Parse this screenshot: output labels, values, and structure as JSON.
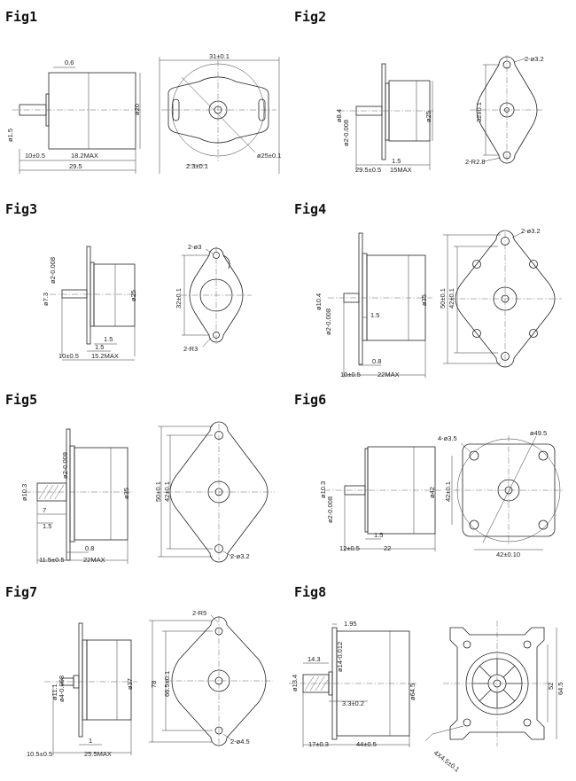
{
  "figures": [
    {
      "title": "Fig1",
      "side": [
        "0.6",
        "ø20",
        "10±0.5",
        "18.2MAX",
        "29.5",
        "ø1.5"
      ],
      "front": [
        "31±0.1",
        "ø25±0.1",
        "2.3±0.1"
      ]
    },
    {
      "title": "Fig2",
      "side": [
        "ø8.4",
        "ø2-0.008",
        "ø25",
        "1.5",
        "29.5±0.5",
        "15MAX"
      ],
      "front": [
        "2-ø3.2",
        "32±0.1",
        "2-R2.8"
      ]
    },
    {
      "title": "Fig3",
      "side": [
        "ø7.3",
        "ø2-0.008",
        "ø25",
        "1.5",
        "1.5",
        "10±0.5",
        "15.2MAX"
      ],
      "front": [
        "2-ø3",
        "32±0.1",
        "2-R3"
      ]
    },
    {
      "title": "Fig4",
      "side": [
        "ø10.4",
        "ø2-0.008",
        "ø35",
        "1.5",
        "0.8",
        "10±0.5",
        "22MAX"
      ],
      "front": [
        "2-ø3.2",
        "50±0.1",
        "42±0.1"
      ]
    },
    {
      "title": "Fig5",
      "side": [
        "ø10.3",
        "ø2-0.008",
        "ø35",
        "7",
        "1.5",
        "0.8",
        "11.5±0.5",
        "22MAX"
      ],
      "front": [
        "50±0.1",
        "42±0.1",
        "2-ø3.2"
      ]
    },
    {
      "title": "Fig6",
      "side": [
        "ø10.3",
        "ø2-0.008",
        "ø42",
        "1.5",
        "12±0.5",
        "22"
      ],
      "front": [
        "4-ø3.5",
        "ø49.5",
        "42±0.1",
        "42±0.10"
      ]
    },
    {
      "title": "Fig7",
      "side": [
        "ø11.1",
        "ø4-0.008",
        "ø37",
        "1",
        "10.5±0.5",
        "25.5MAX"
      ],
      "front": [
        "2-R5",
        "78",
        "66.5±0.1",
        "2-ø4.5"
      ]
    },
    {
      "title": "Fig8",
      "side": [
        "1.95",
        "ø14-0.012",
        "14.3",
        "ø13.4",
        "ø64.5",
        "3.3±0.2",
        "17±0.3",
        "44±0.5"
      ],
      "front": [
        "52",
        "64.5",
        "4X4.5±0.1"
      ]
    }
  ]
}
